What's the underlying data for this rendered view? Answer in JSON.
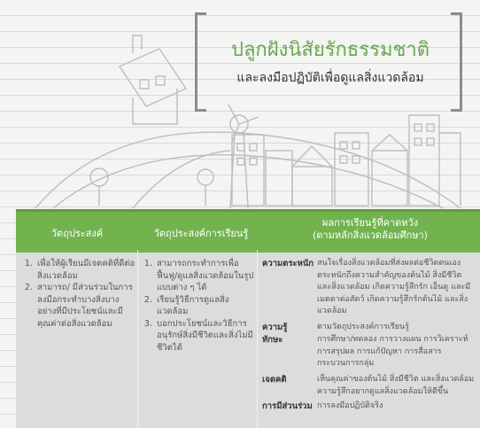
{
  "header": {
    "title": "ปลูกฝังนิสัยรักธรรมชาติ",
    "subtitle": "และลงมือปฏิบัติเพื่อดูแลสิ่งแวดล้อม"
  },
  "colors": {
    "accent": "#72b350",
    "title": "#6aa84f"
  },
  "table": {
    "columns": [
      "วัตถุประสงค์",
      "วัตถุประสงค์การเรียนรู้",
      "ผลการเรียนรู้ที่คาดหวัง",
      "(ตามหลักสิ่งแวดล้อมศึกษา)"
    ],
    "objectives": [
      "เพื่อให้ผู้เรียนมีเจตคติที่ดีต่อสิ่งแวดล้อม",
      "สามารถ/ มีส่วนร่วมในการลงมือกระทำบางสิ่งบางอย่างที่มีประโยชน์และมีคุณค่าต่อสิ่งแวดล้อม"
    ],
    "learning_objectives": [
      "สามารถกระทำการเพื่อฟื้นฟู/ดูแลสิ่งแวดล้อมในรูปแบบต่าง ๆ ได้",
      "เรียนรู้วิธีการดูแลสิ่งแวดล้อม",
      "บอกประโยชน์และวิธีการอนุรักษ์สิ่งมีชีวิตและสิ่งไม่มีชีวิตได้"
    ],
    "outcomes": [
      {
        "label": "ความตระหนัก",
        "text": "สนใจเรื่องสิ่งแวดล้อมที่ส่งผลต่อชีวิตตนเอง ตระหนักถึงความสำคัญของต้นไม้ สิ่งมีชีวิต และสิ่งแวดล้อม เกิดความรู้สึกรัก เอ็นดู และมีเมตตาต่อสัตว์ เกิดความรู้สึกรักต้นไม้ และสิ่งแวดล้อม"
      },
      {
        "label": "ความรู้",
        "text": "ตามวัตถุประสงค์การเรียนรู้"
      },
      {
        "label": "ทักษะ",
        "text": "การศึกษา/ทดลอง การวางแผน การวิเคราะห์ การสรุปผล การแก้ปัญหา การสื่อสาร กระบวนการกลุ่ม"
      },
      {
        "label": "เจตคติ",
        "text": "เห็นคุณค่าของต้นไม้ สิ่งมีชีวิต และสิ่งแวดล้อม ความรู้สึกอยากดูแลสิ่งแวดล้อมให้ดีขึ้น"
      },
      {
        "label": "การมีส่วนร่วม",
        "text": "การลงมือปฏิบัติจริง"
      }
    ]
  }
}
